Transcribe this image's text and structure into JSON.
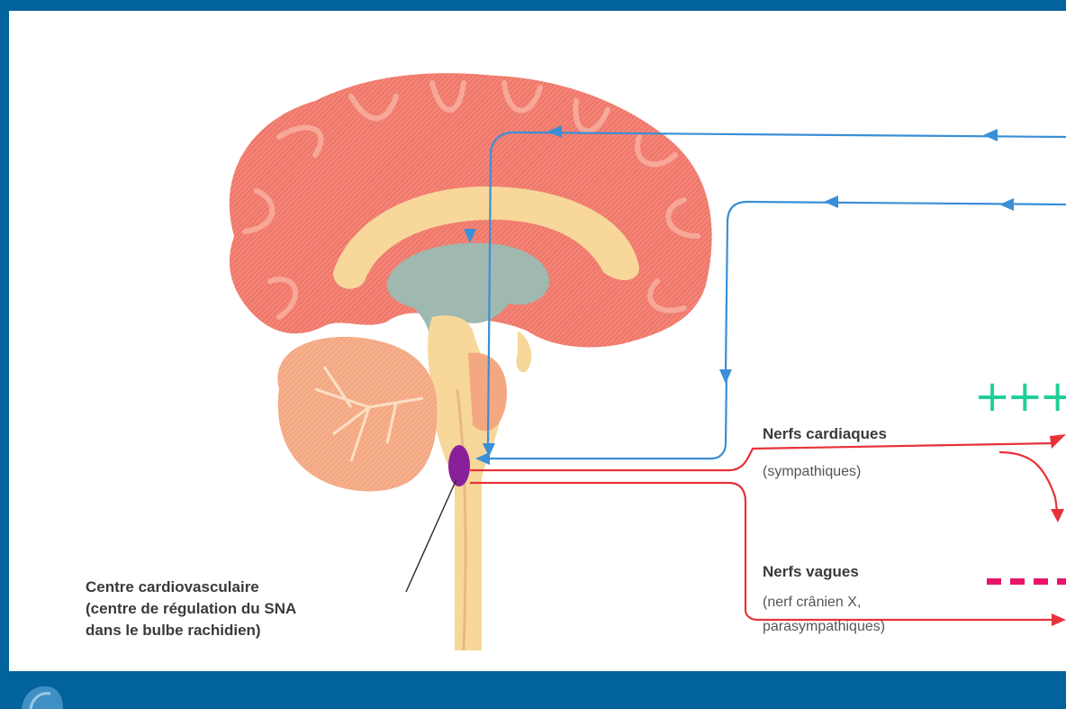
{
  "labels": {
    "center_line1": "Centre cardiovasculaire",
    "center_line2": "(centre de régulation du SNA",
    "center_line3": "dans le bulbe rachidien)",
    "cardiac_title": "Nerfs cardiaques",
    "cardiac_sub": "(sympathiques)",
    "vagus_title": "Nerfs vagues",
    "vagus_sub1": "(nerf crânien X,",
    "vagus_sub2": "parasympathiques)"
  },
  "annotations": {
    "plus": "+++"
  },
  "colors": {
    "frame": "#01629c",
    "afferent": "#3a8fd6",
    "efferent": "#e8323a",
    "center": "#8a1f9a",
    "plus": "#1fcf9a",
    "dash": "#e8156b",
    "cortex": "#f0786a",
    "cerebellum": "#f4a882",
    "white_matter": "#f7d79a",
    "ventricle": "#9fb8b0"
  }
}
